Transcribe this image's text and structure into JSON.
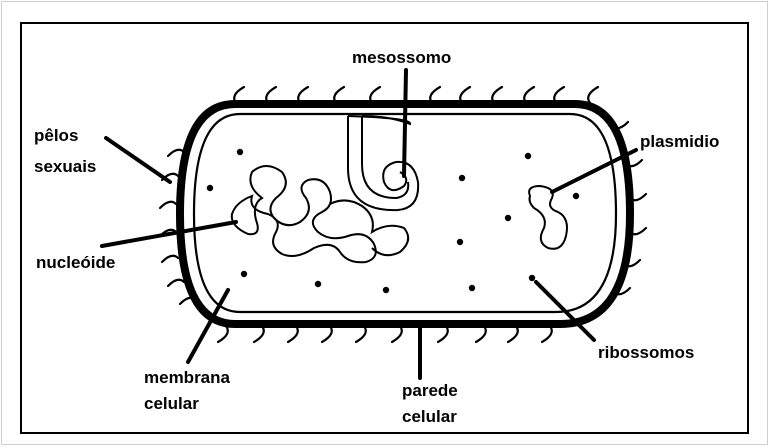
{
  "labels": {
    "mesossomo": "mesossomo",
    "pelos_line1": "pêlos",
    "pelos_line2": "sexuais",
    "plasmidio": "plasmidio",
    "nucleoide": "nucleóide",
    "ribossomos": "ribossomos",
    "membrana_line1": "membrana",
    "membrana_line2": "celular",
    "parede_line1": "parede",
    "parede_line2": "celular"
  },
  "colors": {
    "ink": "#000000",
    "background": "#ffffff",
    "outer_frame": "#cfcfcf"
  }
}
